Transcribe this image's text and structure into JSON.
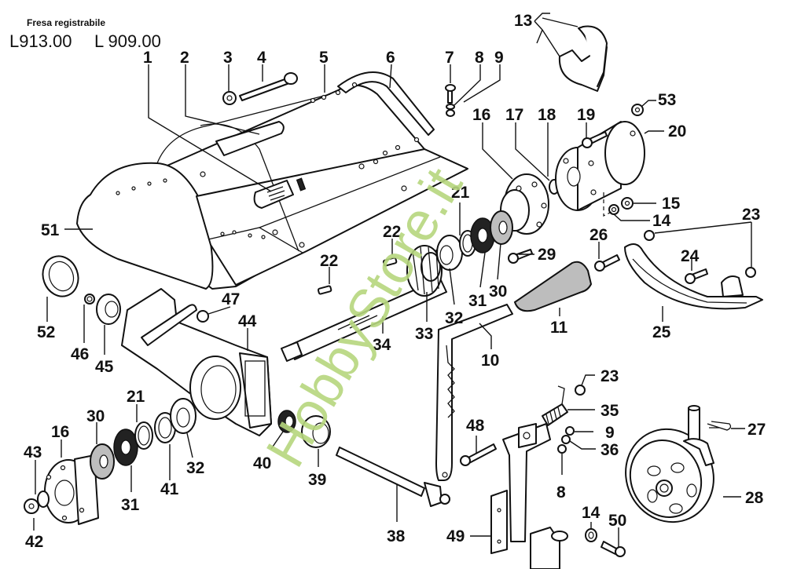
{
  "header": {
    "subtitle": "Fresa registrabile",
    "model_codes": [
      "L913.00",
      "L 909.00"
    ]
  },
  "watermark": {
    "text": "HobbyStore.it",
    "color": "#b6d67e"
  },
  "callouts": [
    {
      "id": "c1",
      "label": "1"
    },
    {
      "id": "c2",
      "label": "2"
    },
    {
      "id": "c3",
      "label": "3"
    },
    {
      "id": "c4",
      "label": "4"
    },
    {
      "id": "c5",
      "label": "5"
    },
    {
      "id": "c6",
      "label": "6"
    },
    {
      "id": "c7",
      "label": "7"
    },
    {
      "id": "c8a",
      "label": "8"
    },
    {
      "id": "c9a",
      "label": "9"
    },
    {
      "id": "c13",
      "label": "13"
    },
    {
      "id": "c53",
      "label": "53"
    },
    {
      "id": "c16a",
      "label": "16"
    },
    {
      "id": "c17",
      "label": "17"
    },
    {
      "id": "c18",
      "label": "18"
    },
    {
      "id": "c19",
      "label": "19"
    },
    {
      "id": "c20",
      "label": "20"
    },
    {
      "id": "c15",
      "label": "15"
    },
    {
      "id": "c14a",
      "label": "14"
    },
    {
      "id": "c23a",
      "label": "23"
    },
    {
      "id": "c26",
      "label": "26"
    },
    {
      "id": "c24",
      "label": "24"
    },
    {
      "id": "c25",
      "label": "25"
    },
    {
      "id": "c29",
      "label": "29"
    },
    {
      "id": "c21a",
      "label": "21"
    },
    {
      "id": "c22a",
      "label": "22"
    },
    {
      "id": "c22b",
      "label": "22"
    },
    {
      "id": "c51",
      "label": "51"
    },
    {
      "id": "c52",
      "label": "52"
    },
    {
      "id": "c46",
      "label": "46"
    },
    {
      "id": "c45",
      "label": "45"
    },
    {
      "id": "c47",
      "label": "47"
    },
    {
      "id": "c44",
      "label": "44"
    },
    {
      "id": "c34",
      "label": "34"
    },
    {
      "id": "c33",
      "label": "33"
    },
    {
      "id": "c32a",
      "label": "32"
    },
    {
      "id": "c31a",
      "label": "31"
    },
    {
      "id": "c30a",
      "label": "30"
    },
    {
      "id": "c11",
      "label": "11"
    },
    {
      "id": "c10",
      "label": "10"
    },
    {
      "id": "c23b",
      "label": "23"
    },
    {
      "id": "c35",
      "label": "35"
    },
    {
      "id": "c9b",
      "label": "9"
    },
    {
      "id": "c36",
      "label": "36"
    },
    {
      "id": "c8b",
      "label": "8"
    },
    {
      "id": "c27",
      "label": "27"
    },
    {
      "id": "c28",
      "label": "28"
    },
    {
      "id": "c48",
      "label": "48"
    },
    {
      "id": "c14b",
      "label": "14"
    },
    {
      "id": "c50",
      "label": "50"
    },
    {
      "id": "c49",
      "label": "49"
    },
    {
      "id": "c38",
      "label": "38"
    },
    {
      "id": "c39",
      "label": "39"
    },
    {
      "id": "c40",
      "label": "40"
    },
    {
      "id": "c21b",
      "label": "21"
    },
    {
      "id": "c30b",
      "label": "30"
    },
    {
      "id": "c16b",
      "label": "16"
    },
    {
      "id": "c43",
      "label": "43"
    },
    {
      "id": "c42",
      "label": "42"
    },
    {
      "id": "c31b",
      "label": "31"
    },
    {
      "id": "c41",
      "label": "41"
    },
    {
      "id": "c32b",
      "label": "32"
    }
  ]
}
